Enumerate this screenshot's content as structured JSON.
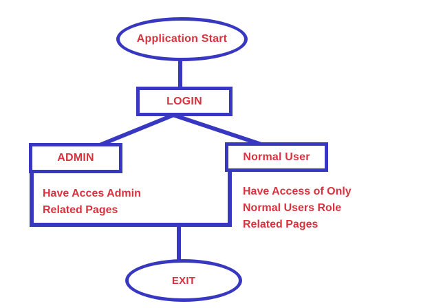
{
  "flowchart": {
    "nodes": {
      "start": {
        "label": "Application Start",
        "shape": "ellipse"
      },
      "login": {
        "label": "LOGIN",
        "shape": "rectangle"
      },
      "admin": {
        "label": "ADMIN",
        "shape": "rectangle"
      },
      "normal_user": {
        "label": "Normal User",
        "shape": "rectangle"
      },
      "exit": {
        "label": "EXIT",
        "shape": "ellipse"
      }
    },
    "annotations": {
      "admin_note": [
        "Have Acces Admin",
        "Related Pages"
      ],
      "normal_user_note": [
        "Have Access of Only",
        "Normal Users Role",
        "Related Pages"
      ]
    },
    "edges": [
      "start -> login",
      "login -> admin",
      "login -> normal_user",
      "admin -> exit",
      "normal_user -> exit"
    ],
    "colors": {
      "line": "#3737c0",
      "label_text": "#d9323e",
      "background": "#ffffff"
    }
  }
}
